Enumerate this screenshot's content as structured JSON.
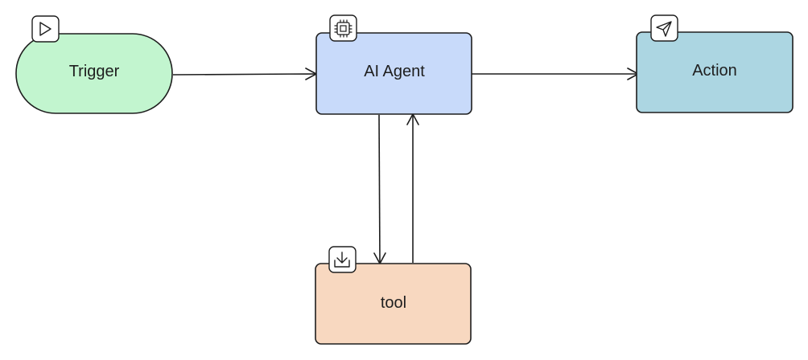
{
  "nodes": {
    "trigger": {
      "label": "Trigger",
      "icon": "play-icon",
      "fill": "#c2f5cf"
    },
    "agent": {
      "label": "AI Agent",
      "icon": "chip-icon",
      "fill": "#c8dafa"
    },
    "action": {
      "label": "Action",
      "icon": "send-icon",
      "fill": "#acd6e2"
    },
    "tool": {
      "label": "tool",
      "icon": "download-icon",
      "fill": "#f8d8c0"
    }
  },
  "edges": [
    {
      "from": "trigger",
      "to": "agent"
    },
    {
      "from": "agent",
      "to": "action"
    },
    {
      "from": "agent",
      "to": "tool"
    },
    {
      "from": "tool",
      "to": "agent"
    }
  ],
  "colors": {
    "stroke": "#1e1e1e",
    "icon_bg": "#ffffff"
  }
}
